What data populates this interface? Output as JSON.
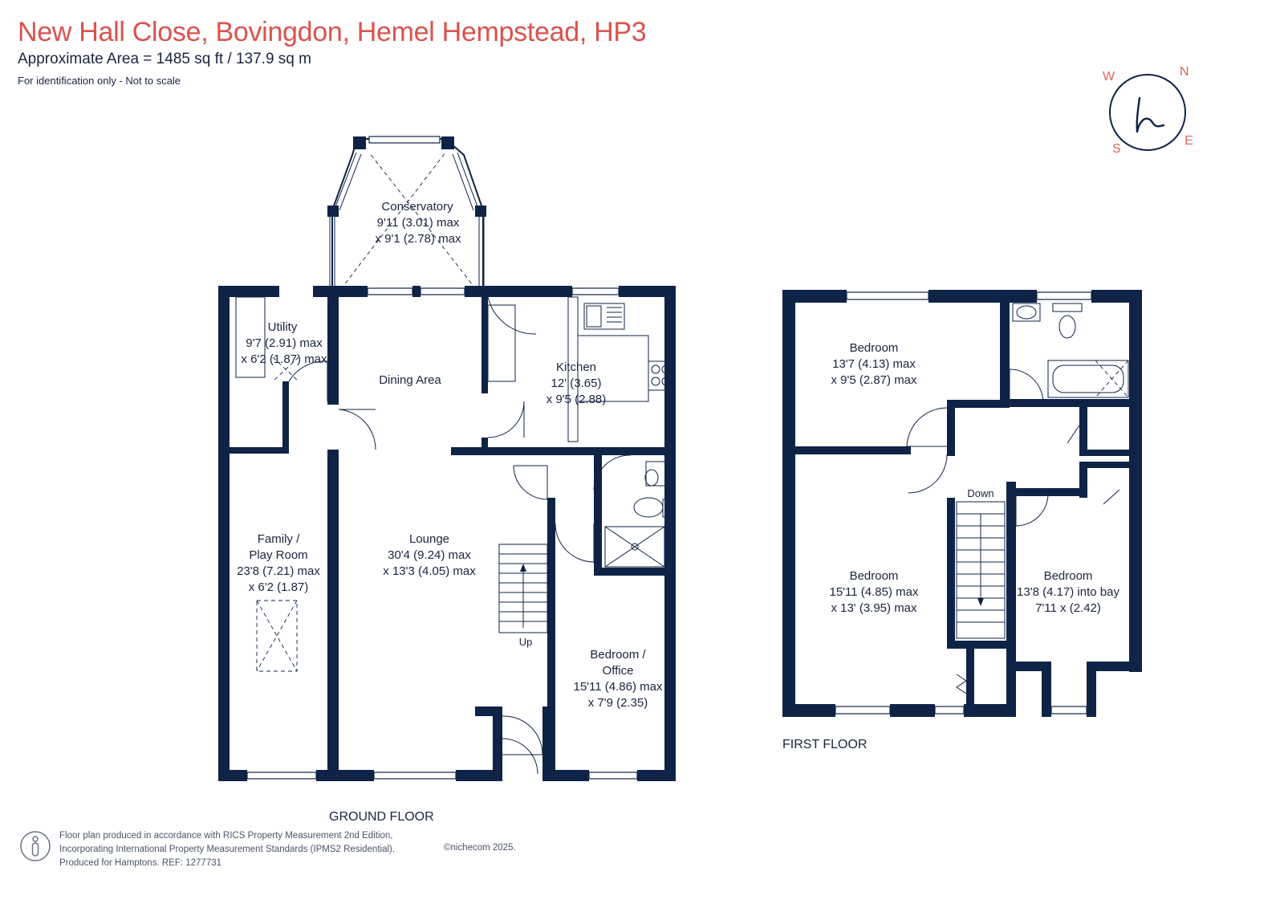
{
  "header": {
    "title": "New Hall Close, Bovingdon, Hemel Hempstead, HP3",
    "area": "Approximate Area = 1485 sq ft / 137.9 sq m",
    "note": "For identification only - Not to scale"
  },
  "compass": {
    "n": "N",
    "e": "E",
    "s": "S",
    "w": "W"
  },
  "ground_floor": {
    "label": "GROUND FLOOR",
    "conservatory": {
      "name": "Conservatory",
      "dim1": "9'11 (3.01) max",
      "dim2": "x 9'1 (2.78) max"
    },
    "utility": {
      "name": "Utility",
      "dim1": "9'7 (2.91) max",
      "dim2": "x 6'2 (1.87) max"
    },
    "dining": {
      "name": "Dining Area"
    },
    "kitchen": {
      "name": "Kitchen",
      "dim1": "12' (3.65)",
      "dim2": "x 9'5 (2.88)"
    },
    "family": {
      "name1": "Family /",
      "name2": "Play Room",
      "dim1": "23'8 (7.21) max",
      "dim2": "x 6'2 (1.87)"
    },
    "lounge": {
      "name": "Lounge",
      "dim1": "30'4 (9.24) max",
      "dim2": "x 13'3 (4.05) max"
    },
    "stairs": "Up",
    "office": {
      "name1": "Bedroom /",
      "name2": "Office",
      "dim1": "15'11 (4.86) max",
      "dim2": "x 7'9 (2.35)"
    }
  },
  "first_floor": {
    "label": "FIRST FLOOR",
    "bedroom1": {
      "name": "Bedroom",
      "dim1": "13'7 (4.13) max",
      "dim2": "x 9'5 (2.87) max"
    },
    "bedroom2": {
      "name": "Bedroom",
      "dim1": "15'11 (4.85) max",
      "dim2": "x 13' (3.95) max"
    },
    "bedroom3": {
      "name": "Bedroom",
      "dim1": "13'8 (4.17) into bay",
      "dim2": "7'11 x (2.42)"
    },
    "stairs": "Down"
  },
  "footer": {
    "line1": "Floor plan produced in accordance with RICS Property Measurement 2nd Edition,",
    "line2": "Incorporating International Property Measurement Standards (IPMS2 Residential).",
    "line3": "Produced for Hamptons.   REF: 1277731",
    "copyright": "©nichecom 2025."
  },
  "colors": {
    "walls": "#0f2346",
    "title": "#d9534f",
    "compass": "#e0675a"
  }
}
